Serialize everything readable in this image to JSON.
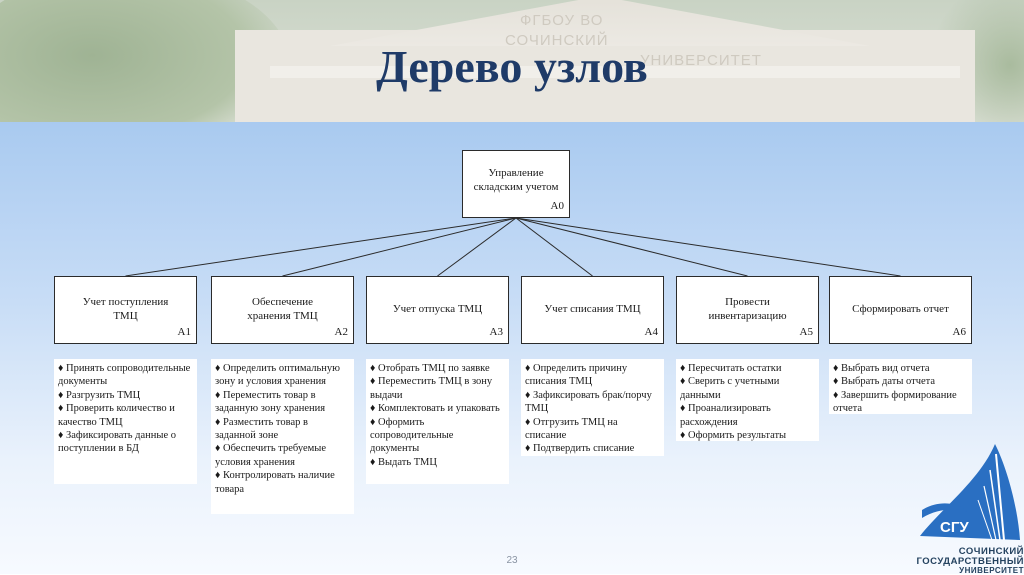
{
  "slide": {
    "title": "Дерево узлов",
    "page_number": "23",
    "header_sign_line1": "ФГБОУ ВО",
    "header_sign_line2": "СОЧИНСКИЙ",
    "header_sign_line3": "УНИВЕРСИТЕТ",
    "logo_mark": "СГУ",
    "logo_line1": "СОЧИНСКИЙ",
    "logo_line2": "ГОСУДАРСТВЕННЫЙ",
    "logo_line3": "УНИВЕРСИТЕТ"
  },
  "tree": {
    "root": {
      "label": "Управление складским учетом",
      "code": "A0"
    },
    "children": [
      {
        "label": "Учет поступления ТМЦ",
        "code": "A1",
        "items": [
          "♦ Принять сопроводительные документы",
          "♦ Разгрузить ТМЦ",
          "♦ Проверить количество и качество ТМЦ",
          "♦ Зафиксировать данные о поступлении в БД"
        ]
      },
      {
        "label": "Обеспечение хранения ТМЦ",
        "code": "A2",
        "items": [
          "♦ Определить оптимальную зону и условия хранения",
          "♦ Переместить товар в заданную зону хранения",
          "♦ Разместить товар в заданной зоне",
          "♦ Обеспечить требуемые условия хранения",
          "♦ Контролировать наличие товара"
        ]
      },
      {
        "label": "Учет отпуска ТМЦ",
        "code": "A3",
        "items": [
          "♦ Отобрать ТМЦ по заявке",
          "♦ Переместить ТМЦ в зону выдачи",
          "♦ Комплектовать и упаковать",
          "♦ Оформить сопроводительные документы",
          "♦ Выдать ТМЦ"
        ]
      },
      {
        "label": "Учет списания ТМЦ",
        "code": "A4",
        "items": [
          "♦ Определить причину списания ТМЦ",
          "♦ Зафиксировать брак/порчу ТМЦ",
          "♦ Отгрузить ТМЦ на списание",
          "♦ Подтвердить списание"
        ]
      },
      {
        "label": "Провести инвентаризацию",
        "code": "A5",
        "items": [
          "♦ Пересчитать остатки",
          "♦ Сверить с учетными данными",
          "♦ Проанализировать расхождения",
          "♦ Оформить результаты"
        ]
      },
      {
        "label": "Сформировать отчет",
        "code": "A6",
        "items": [
          "♦ Выбрать вид отчета",
          "♦ Выбрать даты отчета",
          "♦ Завершить формирование отчета"
        ]
      }
    ]
  },
  "colors": {
    "title": "#1f3b68",
    "background_top": "#a9caf0",
    "background_bottom": "#f7faff",
    "border": "#2b2b2b",
    "logo": "#2a6fc2"
  }
}
